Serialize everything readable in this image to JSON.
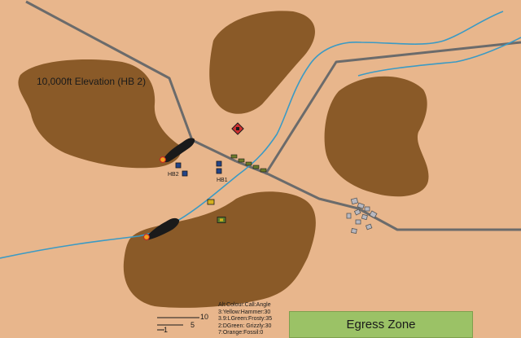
{
  "map": {
    "elevation_label": "10,000ft Elevation (HB 2)",
    "positions": [
      {
        "label": "HB2"
      },
      {
        "label": "HB1"
      }
    ]
  },
  "egress": {
    "label": "Egress Zone"
  },
  "legend": {
    "header": "Alt:Colour:Call:Angle",
    "rows": [
      "3:Yellow:Hammer:30",
      "3.9:LGreen:Frosty:35",
      "2:DGreen: Grizzly:30",
      "7:Orange:Fossil:0"
    ]
  },
  "scale": {
    "major_label": "10",
    "mid_label": "5",
    "minor_label": "1"
  },
  "colors": {
    "ground": "#e8b68c",
    "terrain": "#8a5a28",
    "river": "#3b9ac4",
    "road": "#6b6b6b",
    "egress": "#9bc266",
    "smoke": "#1a1a1a",
    "fire": "#f0a020"
  }
}
